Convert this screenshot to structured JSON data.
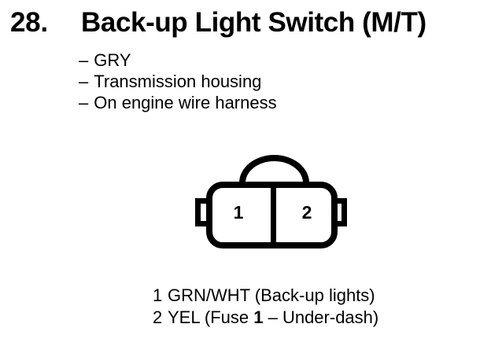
{
  "colors": {
    "ink": "#000000",
    "paper": "#ffffff"
  },
  "heading": {
    "number": "28.",
    "title": "Back-up Light Switch (M/T)"
  },
  "notes": [
    {
      "bullet": "–",
      "text": "GRY"
    },
    {
      "bullet": "–",
      "text": "Transmission housing"
    },
    {
      "bullet": "–",
      "text": "On engine wire harness"
    }
  ],
  "connector": {
    "pins": [
      "1",
      "2"
    ]
  },
  "legend": [
    {
      "num": "1",
      "label": "GRN/WHT (Back-up lights)"
    },
    {
      "num": "2",
      "label_prefix": "YEL (Fuse ",
      "label_bold": "1",
      "label_suffix": " – Under-dash)"
    }
  ]
}
